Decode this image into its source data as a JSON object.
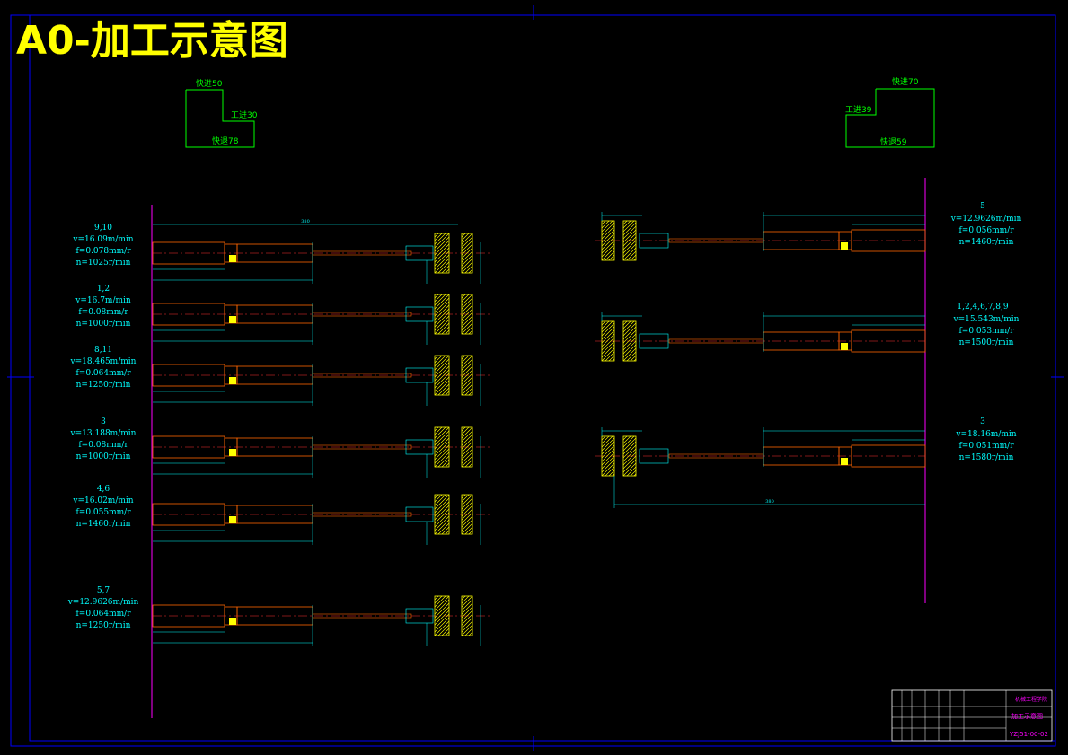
{
  "title": "A0-加工示意图",
  "colors": {
    "background": "#000000",
    "border": "#0000ff",
    "title": "#ffff00",
    "dimension": "#00ffff",
    "note": "#00ff00",
    "tool": "#ff6600",
    "centerline": "#ff3333",
    "workpiece": "#ffff00",
    "accent": "#ff00ff"
  },
  "left_cycle": {
    "rapid_in": "快进50",
    "work_feed": "工进30",
    "rapid_out": "快退78"
  },
  "right_cycle": {
    "rapid_in": "快进70",
    "work_feed": "工进39",
    "rapid_out": "快退59"
  },
  "left_stations": [
    {
      "id": "9,10",
      "v": "v=16.09m/min",
      "f": "f=0.078mm/r",
      "n": "n=1025r/min",
      "dim_total": "380"
    },
    {
      "id": "1,2",
      "v": "v=16.7m/min",
      "f": "f=0.08mm/r",
      "n": "n=1000r/min"
    },
    {
      "id": "8,11",
      "v": "v=18.465m/min",
      "f": "f=0.064mm/r",
      "n": "n=1250r/min"
    },
    {
      "id": "3",
      "v": "v=13.188m/min",
      "f": "f=0.08mm/r",
      "n": "n=1000r/min"
    },
    {
      "id": "4,6",
      "v": "v=16.02m/min",
      "f": "f=0.055mm/r",
      "n": "n=1460r/min"
    },
    {
      "id": "5,7",
      "v": "v=12.9626m/min",
      "f": "f=0.064mm/r",
      "n": "n=1250r/min"
    }
  ],
  "right_stations": [
    {
      "id": "5",
      "v": "v=12.9626m/min",
      "f": "f=0.056mm/r",
      "n": "n=1460r/min"
    },
    {
      "id": "1,2,4,6,7,8,9",
      "v": "v=15.543m/min",
      "f": "f=0.053mm/r",
      "n": "n=1500r/min"
    },
    {
      "id": "3",
      "v": "v=18.16m/min",
      "f": "f=0.051mm/r",
      "n": "n=1580r/min",
      "dim_total": "380"
    }
  ],
  "title_block": {
    "school": "机械工程学院",
    "drawing_name": "加工示意图",
    "drawing_no": "YZJ51-00-02"
  }
}
